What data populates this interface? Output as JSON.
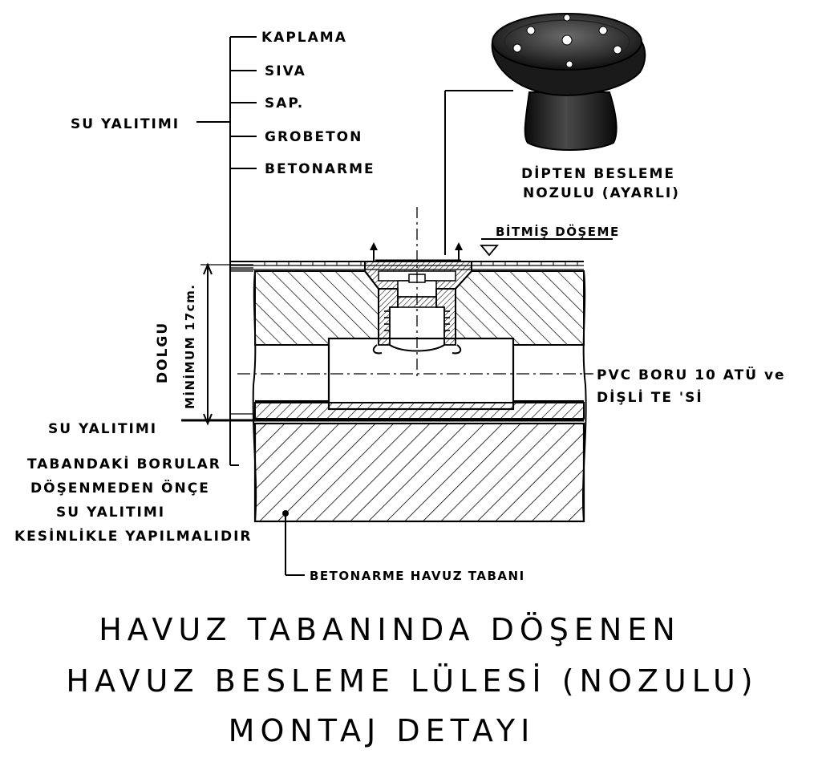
{
  "layer_labels": [
    "KAPLAMA",
    "SIVA",
    "SAP.",
    "GROBETON",
    "BETONARME"
  ],
  "su_yalitimi_upper": "SU YALITIMI",
  "nozzle_label": [
    "DİPTEN BESLEME",
    "NOZULU (AYARLI)"
  ],
  "finished_floor": "BİTMİŞ DÖŞEME",
  "dimension_label": [
    "DOLGU",
    "MİNİMUM 17cm."
  ],
  "pipe_label": [
    "PVC BORU 10 ATÜ ve",
    "DİŞLİ TE 'Sİ"
  ],
  "su_yalitimi_lower": "SU YALITIMI",
  "warning_note": [
    "TABANDAKİ BORULAR",
    "DÖŞENMEDEN ÖNÇE",
    "SU YALITIMI",
    "KESİNLİKLE YAPILMALIDIR"
  ],
  "base_label": "BETONARME HAVUZ TABANI",
  "title_lines": [
    "HAVUZ TABANINDA DÖŞENEN",
    "HAVUZ BESLEME LÜLESİ (NOZULU)",
    "MONTAJ DETAYI"
  ]
}
